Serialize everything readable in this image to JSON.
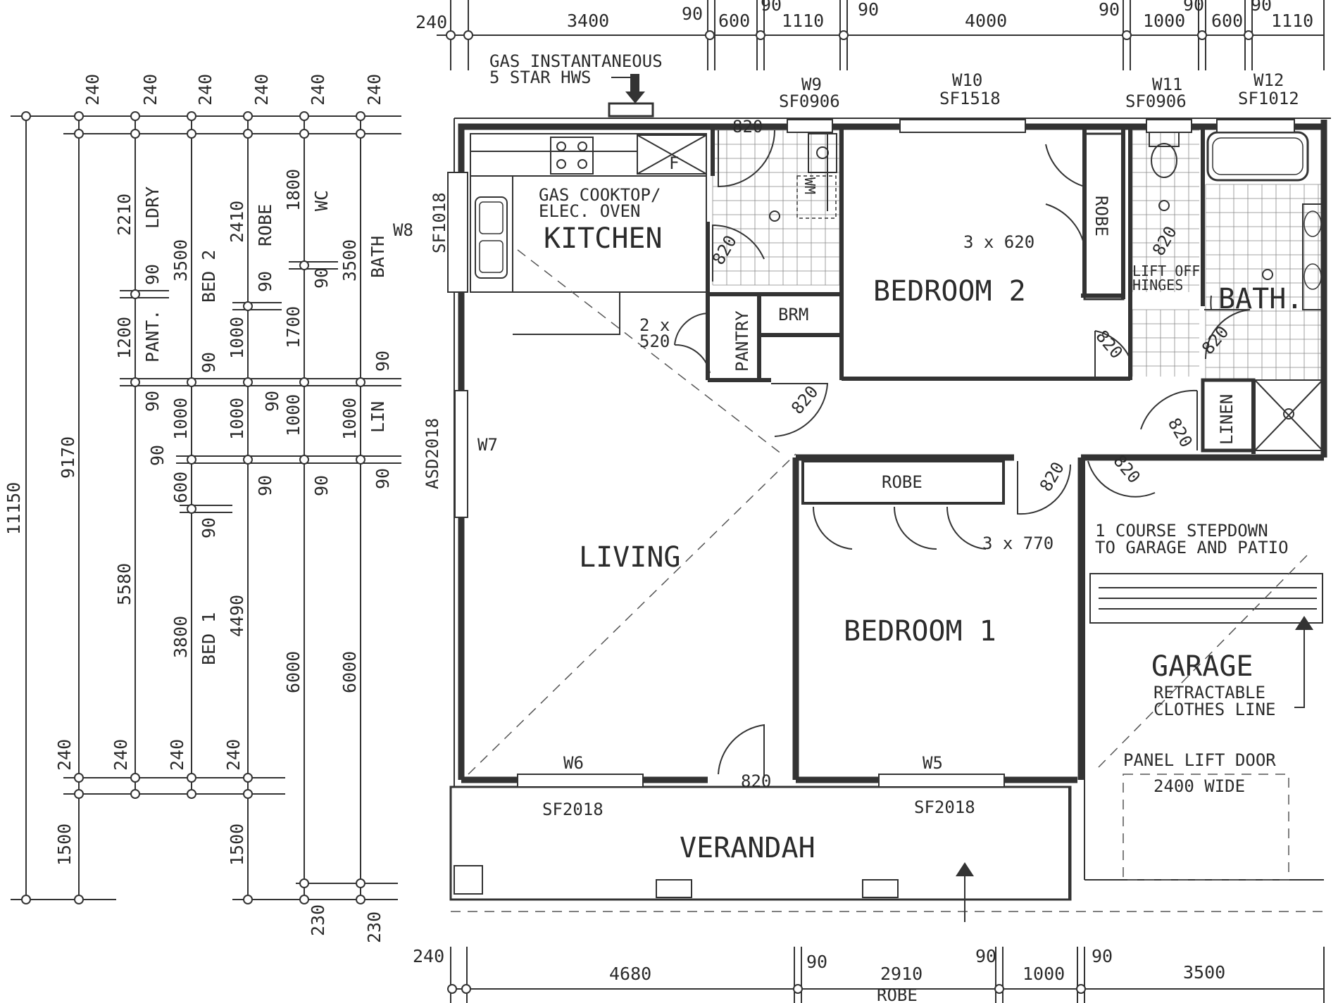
{
  "rooms": {
    "kitchen": "KITCHEN",
    "bedroom2": "BEDROOM 2",
    "bath": "BATH.",
    "living": "LIVING",
    "bedroom1": "BEDROOM 1",
    "garage": "GARAGE",
    "verandah": "VERANDAH",
    "pantry": "PANTRY",
    "brm": "BRM",
    "linen": "LINEN",
    "robe": "ROBE",
    "wm": "WM"
  },
  "notes": {
    "hws_line1": "GAS INSTANTANEOUS",
    "hws_line2": "5 STAR HWS",
    "cooktop_line1": "GAS COOKTOP/",
    "cooktop_line2": "ELEC. OVEN",
    "fridge": "F",
    "liftoff_line1": "LIFT OFF",
    "liftoff_line2": "HINGES",
    "stepdown_line1": "1 COURSE STEPDOWN",
    "stepdown_line2": "TO GARAGE AND PATIO",
    "clothes_line1": "RETRACTABLE",
    "clothes_line2": "CLOTHES LINE",
    "garage_door_line1": "PANEL LIFT DOOR",
    "garage_door_line2": "2400 WIDE",
    "robe_doors_b2": "3 x 620",
    "robe_doors_b1": "3 x 770",
    "pantry_doors_line1": "2 x",
    "pantry_doors_line2": "520"
  },
  "windows": {
    "w5": "W5",
    "w5_size": "SF2018",
    "w6": "W6",
    "w6_size": "SF2018",
    "w7": "W7",
    "w7_size": "ASD2018",
    "w8": "W8",
    "w8_size": "SF1018",
    "w9": "W9",
    "w9_size": "SF0906",
    "w10": "W10",
    "w10_size": "SF1518",
    "w11": "W11",
    "w11_size": "SF0906",
    "w12": "W12",
    "w12_size": "SF1012"
  },
  "doors": {
    "d820": "820"
  },
  "dims_top": [
    "240",
    "3400",
    "90",
    "600",
    "90",
    "1110",
    "90",
    "4000",
    "90",
    "1000",
    "90",
    "600",
    "90",
    "1110"
  ],
  "dims_bottom": [
    "240",
    "4680",
    "90",
    "2910",
    "90",
    "1000",
    "90",
    "3500"
  ],
  "dims_bottom_label": "ROBE",
  "dims_left": {
    "overall": "11150",
    "main": "9170",
    "c240": "240",
    "c1500": "1500",
    "c5580": "5580",
    "c2210": "2210",
    "c1200": "1200",
    "c1000": "1000",
    "c600": "600",
    "c3500": "3500",
    "c3800": "3800",
    "c2410": "2410",
    "c4490": "4490",
    "c1800": "1800",
    "c1700": "1700",
    "c6000": "6000",
    "c90": "90",
    "c230": "230",
    "ldry": "LDRY",
    "pant": "PANT.",
    "bed2": "BED 2",
    "bed1": "BED 1",
    "robe": "ROBE",
    "wc": "WC",
    "bath": "BATH",
    "lin": "LIN"
  }
}
